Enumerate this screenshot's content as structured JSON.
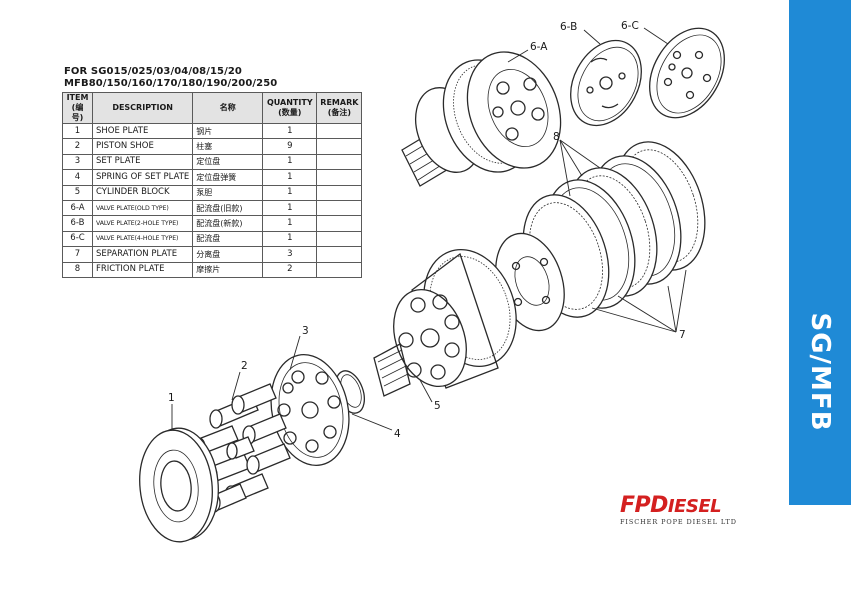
{
  "header": {
    "line1": "FOR SG015/025/03/04/08/15/20",
    "line2": "MFB80/150/160/170/180/190/200/250"
  },
  "table": {
    "columns": {
      "item": "ITEM",
      "item_cn": "(编号)",
      "description": "DESCRIPTION",
      "name_cn": "名称",
      "quantity": "QUANTITY",
      "quantity_cn": "(数量)",
      "remark": "REMARK",
      "remark_cn": "(备注)"
    },
    "rows": [
      {
        "item": "1",
        "description": "SHOE PLATE",
        "name_cn": "钢片",
        "quantity": "1",
        "remark": ""
      },
      {
        "item": "2",
        "description": "PISTON SHOE",
        "name_cn": "柱塞",
        "quantity": "9",
        "remark": ""
      },
      {
        "item": "3",
        "description": "SET PLATE",
        "name_cn": "定位盘",
        "quantity": "1",
        "remark": ""
      },
      {
        "item": "4",
        "description": "SPRING OF SET PLATE",
        "name_cn": "定位盘弹簧",
        "quantity": "1",
        "remark": ""
      },
      {
        "item": "5",
        "description": "CYLINDER BLOCK",
        "name_cn": "泵胆",
        "quantity": "1",
        "remark": ""
      },
      {
        "item": "6-A",
        "description": "VALVE PLATE(OLD TYPE)",
        "name_cn": "配流盘(旧款)",
        "quantity": "1",
        "remark": ""
      },
      {
        "item": "6-B",
        "description": "VALVE PLATE(2-HOLE TYPE)",
        "name_cn": "配流盘(新款)",
        "quantity": "1",
        "remark": ""
      },
      {
        "item": "6-C",
        "description": "VALVE PLATE(4-HOLE TYPE)",
        "name_cn": "配流盘",
        "quantity": "1",
        "remark": ""
      },
      {
        "item": "7",
        "description": "SEPARATION PLATE",
        "name_cn": "分离盘",
        "quantity": "3",
        "remark": ""
      },
      {
        "item": "8",
        "description": "FRICTION PLATE",
        "name_cn": "摩擦片",
        "quantity": "2",
        "remark": ""
      }
    ]
  },
  "callouts": {
    "c1": "1",
    "c2": "2",
    "c3": "3",
    "c4": "4",
    "c5": "5",
    "c6a": "6-A",
    "c6b": "6-B",
    "c6c": "6-C",
    "c7": "7",
    "c8": "8"
  },
  "side_band": {
    "text": "SG/MFB",
    "color": "#1f8ad6"
  },
  "logo": {
    "fp": "FP",
    "d": "D",
    "rest": "IESEL",
    "subtitle": "FISCHER POPE DIESEL LTD",
    "color": "#d42020"
  }
}
